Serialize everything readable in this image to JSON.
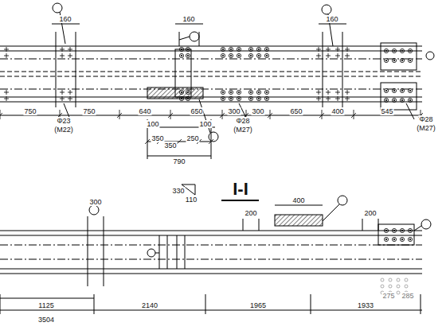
{
  "diagram": {
    "labels": [
      "160",
      "160",
      "160",
      "750",
      "750",
      "640",
      "650",
      "300",
      "300",
      "650",
      "400",
      "545",
      "Φ23",
      "(M22)",
      "Φ28",
      "(M27)",
      "Φ28",
      "(M27)",
      "100",
      "100",
      "350",
      "350",
      "250",
      "790",
      "I-I",
      "330",
      "110",
      "300",
      "200",
      "400",
      "200",
      "1125",
      "2140",
      "1965",
      "1933",
      "3504",
      "275",
      "285"
    ]
  }
}
